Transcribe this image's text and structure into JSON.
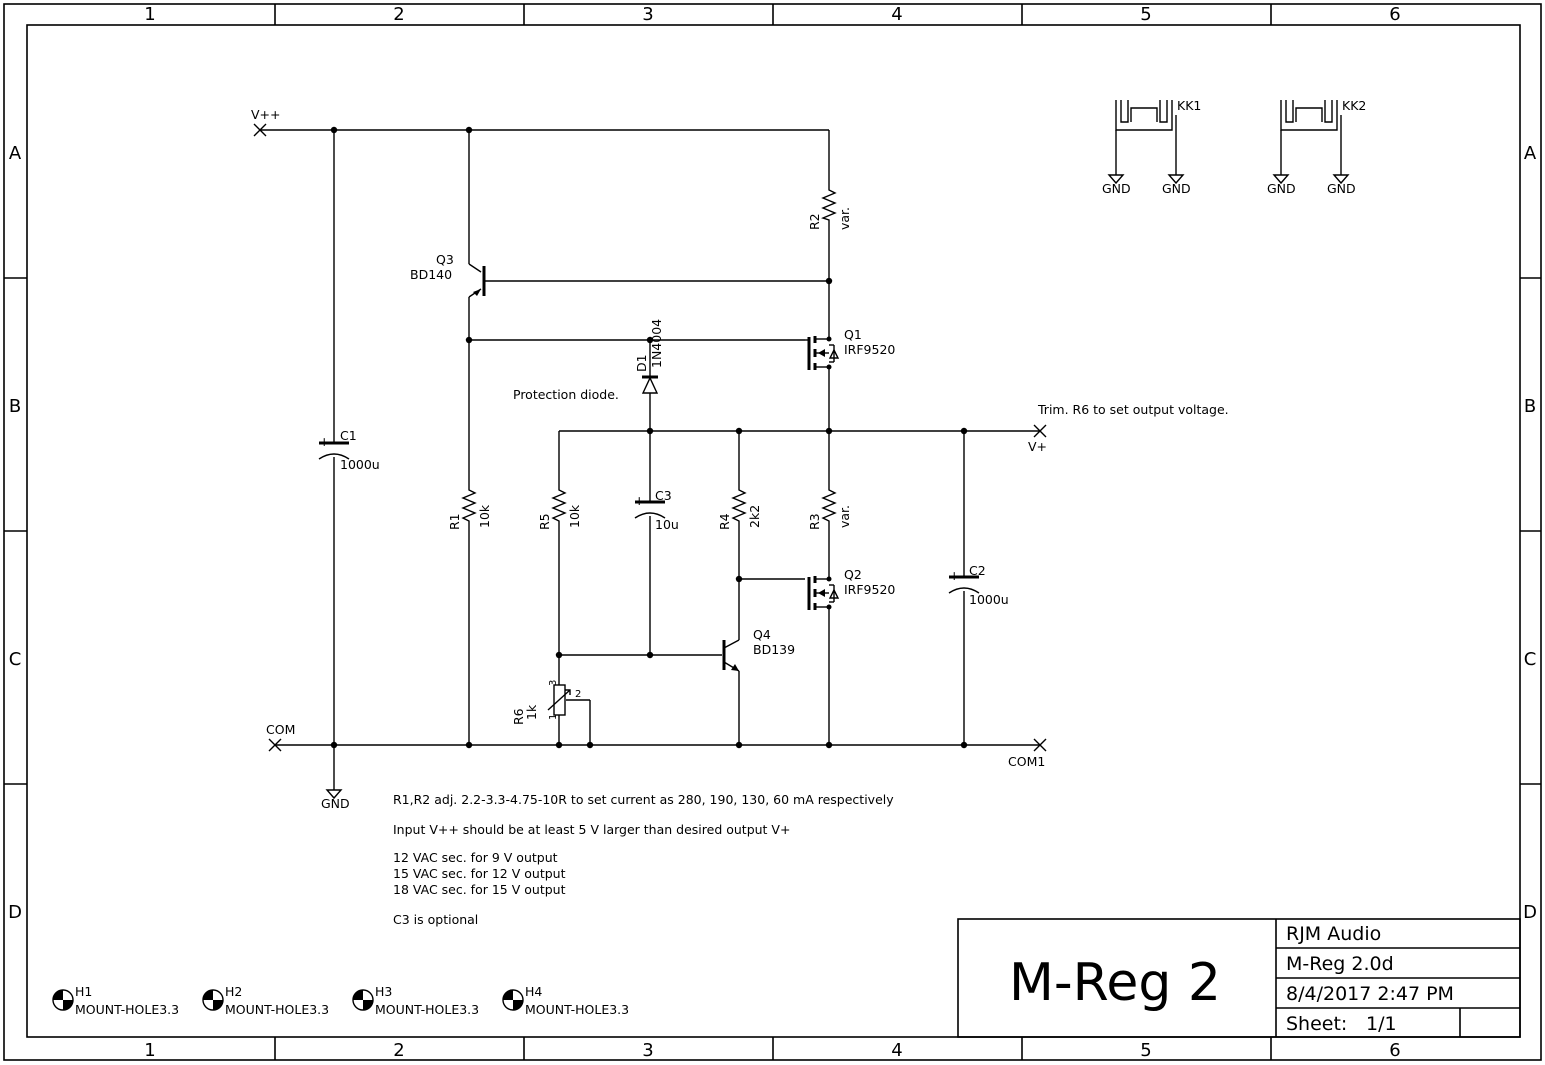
{
  "frame": {
    "columns": [
      "1",
      "2",
      "3",
      "4",
      "5",
      "6"
    ],
    "rows": [
      "A",
      "B",
      "C",
      "D"
    ]
  },
  "ports": {
    "vpp": "V++",
    "com": "COM",
    "vp": "V+",
    "com1": "COM1"
  },
  "components": {
    "q3": {
      "ref": "Q3",
      "value": "BD140"
    },
    "q1": {
      "ref": "Q1",
      "value": "IRF9520"
    },
    "q2": {
      "ref": "Q2",
      "value": "IRF9520"
    },
    "q4": {
      "ref": "Q4",
      "value": "BD139"
    },
    "d1": {
      "ref": "D1",
      "value": "1N4004"
    },
    "c1": {
      "ref": "C1",
      "value": "1000u",
      "plus": "+"
    },
    "c2": {
      "ref": "C2",
      "value": "1000u",
      "plus": "+"
    },
    "c3": {
      "ref": "C3",
      "value": "10u",
      "plus": "+"
    },
    "r1": {
      "ref": "R1",
      "value": "10k"
    },
    "r2": {
      "ref": "R2",
      "value": "var."
    },
    "r3": {
      "ref": "R3",
      "value": "var."
    },
    "r4": {
      "ref": "R4",
      "value": "2k2"
    },
    "r5": {
      "ref": "R5",
      "value": "10k"
    },
    "r6": {
      "ref": "R6",
      "value": "1k",
      "pin1": "1",
      "pin2": "2",
      "pin3": "3"
    },
    "gnd": "GND",
    "kk1": "KK1",
    "kk2": "KK2",
    "holes": [
      {
        "ref": "H1",
        "value": "MOUNT-HOLE3.3"
      },
      {
        "ref": "H2",
        "value": "MOUNT-HOLE3.3"
      },
      {
        "ref": "H3",
        "value": "MOUNT-HOLE3.3"
      },
      {
        "ref": "H4",
        "value": "MOUNT-HOLE3.3"
      }
    ]
  },
  "notes": {
    "protection": "Protection diode.",
    "trim": "Trim. R6 to set output voltage.",
    "adj": "R1,R2 adj. 2.2-3.3-4.75-10R to set current as 280, 190, 130, 60 mA respectively",
    "input": "Input V++ should be at least 5 V larger than desired output V+",
    "vac1": "12 VAC sec. for 9 V output",
    "vac2": "15 VAC sec. for 12 V output",
    "vac3": "18 VAC sec. for 15 V output",
    "c3opt": "C3 is optional"
  },
  "title_block": {
    "title": "M-Reg 2",
    "company": "RJM Audio",
    "doc": "M-Reg 2.0d",
    "date": "8/4/2017 2:47 PM",
    "sheet_label": "Sheet:",
    "sheet": "1/1"
  }
}
